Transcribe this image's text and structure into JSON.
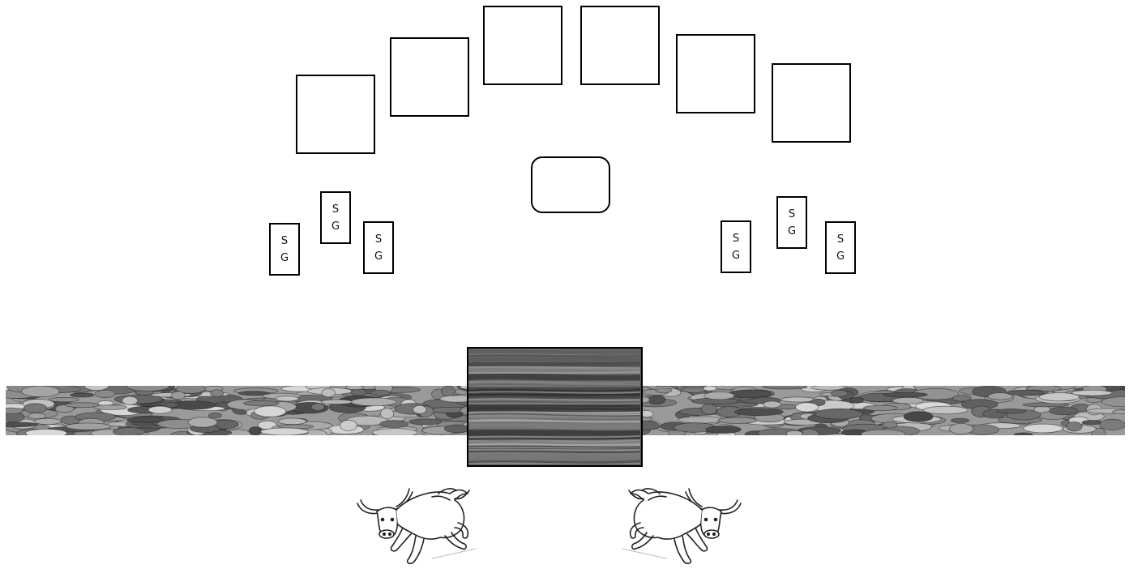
{
  "seat_boxes": [
    "",
    "",
    "",
    "",
    "",
    ""
  ],
  "center_box": "",
  "sg_cards": [
    {
      "top": "S",
      "bottom": "G"
    },
    {
      "top": "S",
      "bottom": "G"
    },
    {
      "top": "S",
      "bottom": "G"
    },
    {
      "top": "S",
      "bottom": "G"
    },
    {
      "top": "S",
      "bottom": "G"
    },
    {
      "top": "S",
      "bottom": "G"
    }
  ],
  "icons": {
    "road": "pebble-road-texture",
    "bridge": "wood-plank-texture",
    "bull": "bull-illustration"
  },
  "colors": {
    "outline": "#000000",
    "background": "#ffffff",
    "road_base": "#9a9a9a",
    "bridge_base": "#555555"
  }
}
